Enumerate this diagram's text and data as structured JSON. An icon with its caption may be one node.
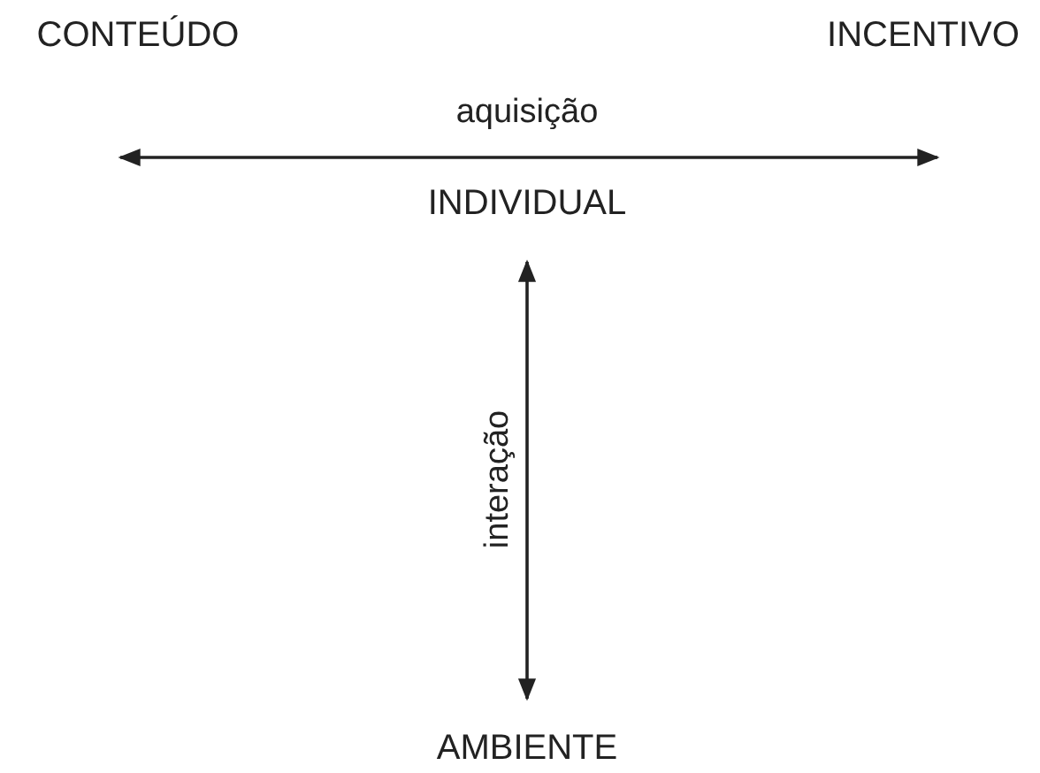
{
  "diagram": {
    "nodes": [
      {
        "text": [
          "CONTEÚDO"
        ]
      },
      {
        "text": [
          "INCENTIVO"
        ]
      },
      {
        "text": [
          "INDIVIDUAL"
        ]
      },
      {
        "text": [
          "AMBIENTE"
        ]
      }
    ],
    "edges": [
      {
        "from": 0,
        "to": 1,
        "arrow": "both",
        "label": "aquisição"
      },
      {
        "from": 2,
        "to": 3,
        "arrow": "both",
        "label": "interação"
      }
    ]
  }
}
